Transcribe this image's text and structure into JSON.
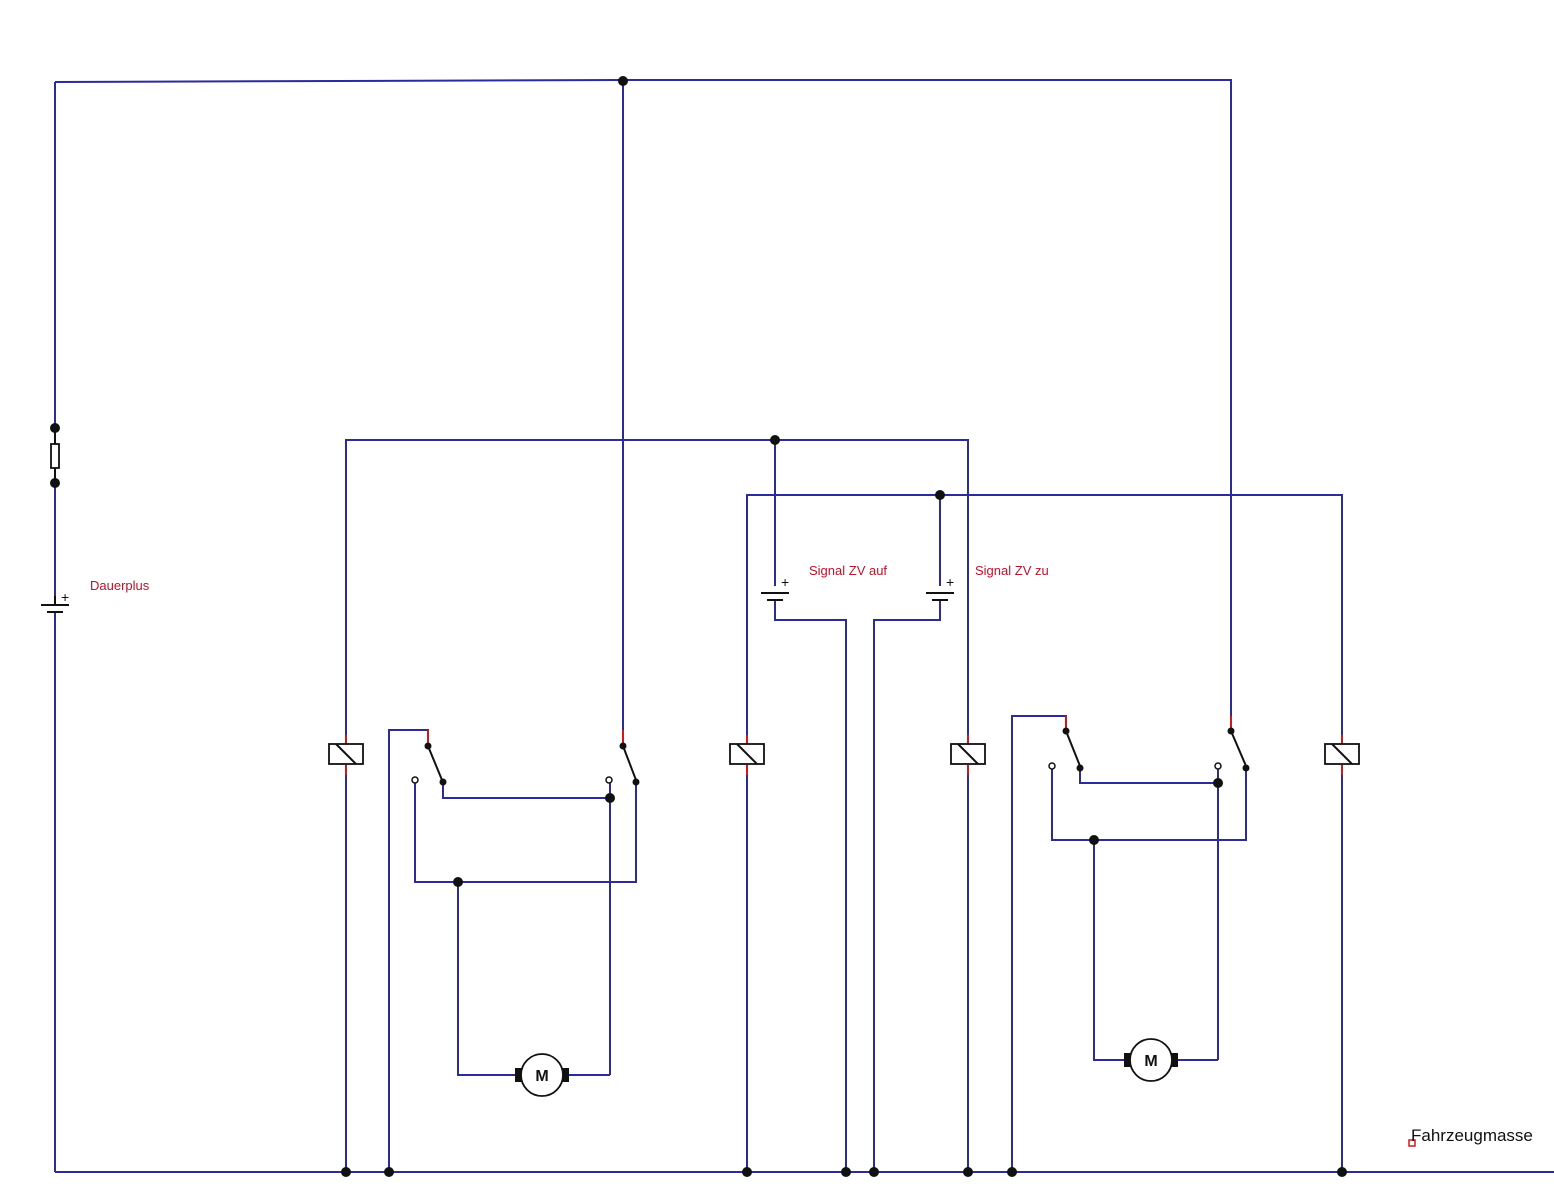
{
  "labels": {
    "dauerplus": "Dauerplus",
    "signal_auf": "Signal ZV auf",
    "signal_zu": "Signal ZV zu",
    "fahrzeugmasse": "Fahrzeugmasse"
  },
  "symbols": {
    "plus": "+",
    "motor": "M"
  },
  "colors": {
    "wire": "#2b2b9a",
    "lead": "#d01818",
    "label": "#c0102a"
  }
}
